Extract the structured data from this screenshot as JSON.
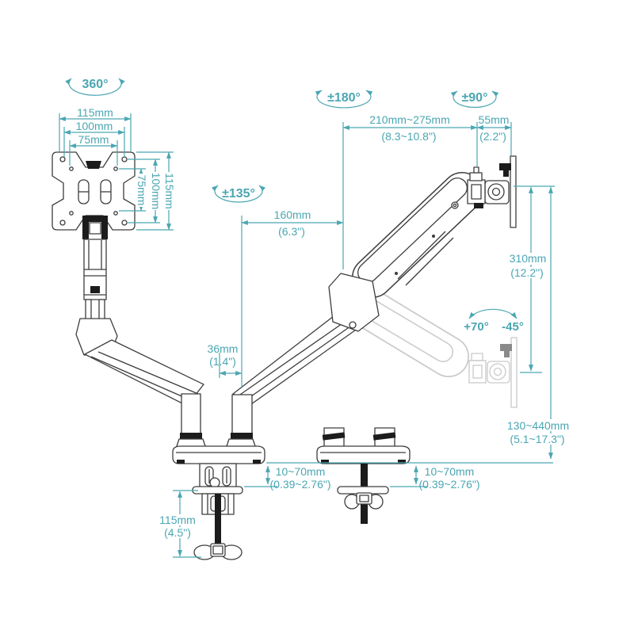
{
  "meta": {
    "description": "Gas-spring dual monitor desk mount dimension diagram",
    "background": "#ffffff",
    "annotation_color": "#4AA6B2",
    "line_color": "#3d3d3d",
    "ghost_color": "#c9c9c9"
  },
  "rotations": {
    "vesa_rotation": "360°",
    "arm_swivel": "±135°",
    "elbow_swivel": "±180°",
    "head_swivel": "±90°",
    "tilt_up": "+70°",
    "tilt_down": "-45°"
  },
  "vesa": {
    "w115": "115mm",
    "w100": "100mm",
    "w75": "75mm",
    "h75": "75mm",
    "h100": "100mm",
    "h115": "115mm"
  },
  "reach": {
    "front_mm": "160mm",
    "front_in": "(6.3\")",
    "gap_mm": "36mm",
    "gap_in": "(1.4\")",
    "side_mm": "210mm~275mm",
    "side_in": "(8.3~10.8\")",
    "head_mm": "55mm",
    "head_in": "(2.2\")"
  },
  "height": {
    "travel_mm": "310mm",
    "travel_in": "(12.2\")",
    "range_mm": "130~440mm",
    "range_in": "(5.1~17.3\")"
  },
  "desk": {
    "t1_mm": "10~70mm",
    "t1_in": "(0.39~2.76\")",
    "t2_mm": "10~70mm",
    "t2_in": "(0.39~2.76\")",
    "pole_mm": "115mm",
    "pole_in": "(4.5\")"
  }
}
